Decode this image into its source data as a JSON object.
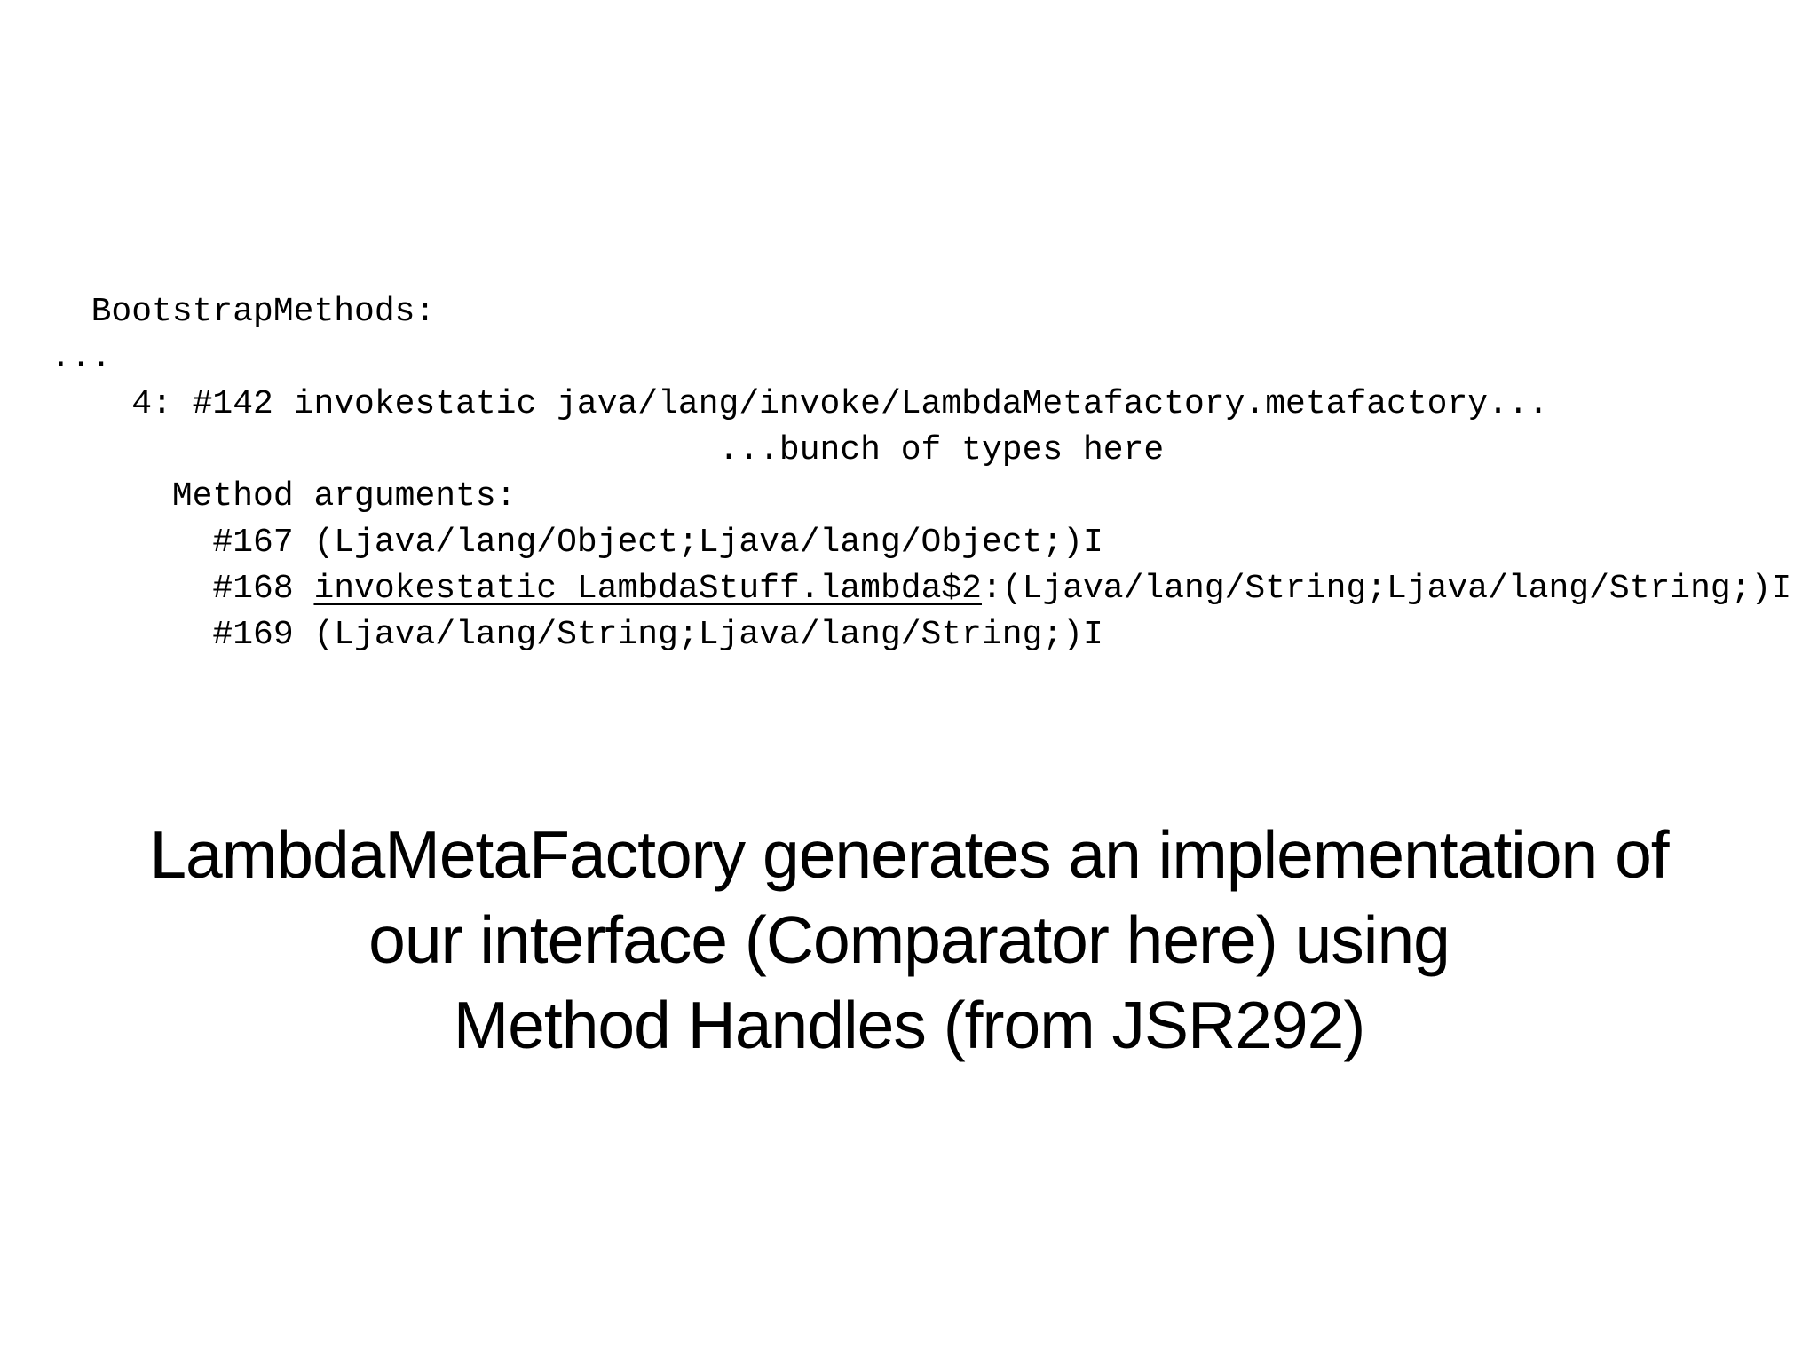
{
  "slide": {
    "background_color": "#ffffff",
    "text_color": "#000000"
  },
  "code": {
    "line_bootstrap": "  BootstrapMethods:",
    "line_ellipsis": "...",
    "line_invoke": "    4: #142 invokestatic java/lang/invoke/LambdaMetafactory.metafactory...",
    "line_types": "                                 ...bunch of types here",
    "line_method_args": "      Method arguments:",
    "line_arg167": "        #167 (Ljava/lang/Object;Ljava/lang/Object;)I",
    "arg168_prefix": "        #168 ",
    "arg168_underlined": "invokestatic LambdaStuff.lambda$2",
    "arg168_suffix": ":(Ljava/lang/String;Ljava/lang/String;)I",
    "line_arg169": "        #169 (Ljava/lang/String;Ljava/lang/String;)I"
  },
  "caption": {
    "line1": "LambdaMetaFactory generates an implementation of",
    "line2": "our interface (Comparator here) using",
    "line3": "Method Handles (from JSR292)"
  }
}
